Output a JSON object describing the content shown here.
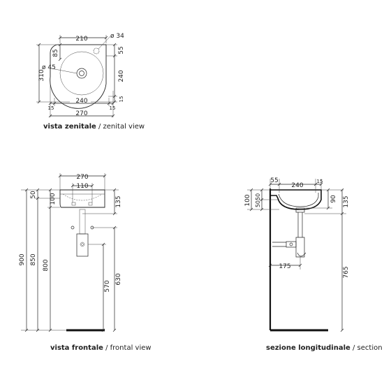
{
  "zenital": {
    "caption_bold": "vista zenitale",
    "caption_rest": " / zenital view",
    "dims": {
      "top_width": "210",
      "tap_hole": "ø 34",
      "offset_85": "85",
      "right_55": "55",
      "total_310": "310",
      "drain": "ø 45",
      "right_240": "240",
      "right_15": "15",
      "inner_240": "240",
      "left_15": "15",
      "right_15b": "15",
      "overall_270": "270"
    }
  },
  "frontal": {
    "caption_bold": "vista frontale",
    "caption_rest": " / frontal view",
    "dims": {
      "width_270": "270",
      "holes_110": "110",
      "h_50": "50",
      "h_100": "100",
      "h_135": "135",
      "h_900": "900",
      "h_850": "850",
      "h_800": "800",
      "h_570": "570",
      "h_630": "630"
    }
  },
  "section": {
    "caption_bold": "sezione longitudinale",
    "caption_rest": " / section",
    "dims": {
      "d_55": "55",
      "d_240": "240",
      "d_15": "15",
      "h_100": "100",
      "h_5050": "5050",
      "h_90": "90",
      "h_135": "135",
      "d_175": "175",
      "h_765": "765"
    }
  }
}
